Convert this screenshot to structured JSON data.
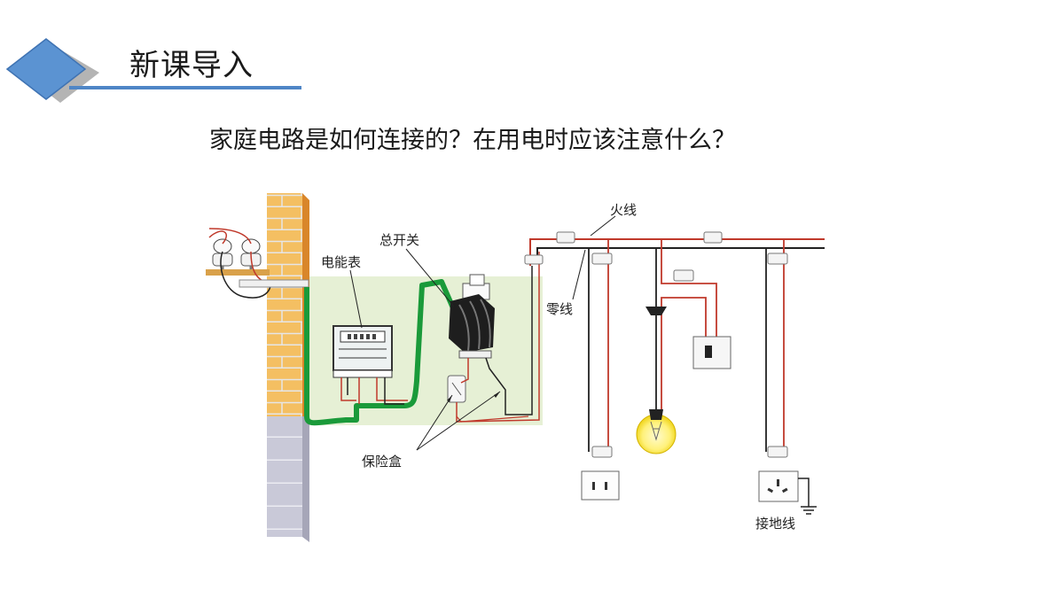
{
  "header": {
    "title": "新课导入"
  },
  "question": "家庭电路是如何连接的？在用电时应该注意什么？",
  "diagram_labels": {
    "meter": "电能表",
    "main_switch": "总开关",
    "fuse_box": "保险盒",
    "live_wire": "火线",
    "neutral_wire": "零线",
    "ground_wire": "接地线"
  },
  "colors": {
    "accent_blue": "#4f86c6",
    "live_red": "#c0392b",
    "green_cable": "#1a9a3a",
    "brick": "#f4bf62",
    "panel_bg": "#e6f0d5"
  }
}
